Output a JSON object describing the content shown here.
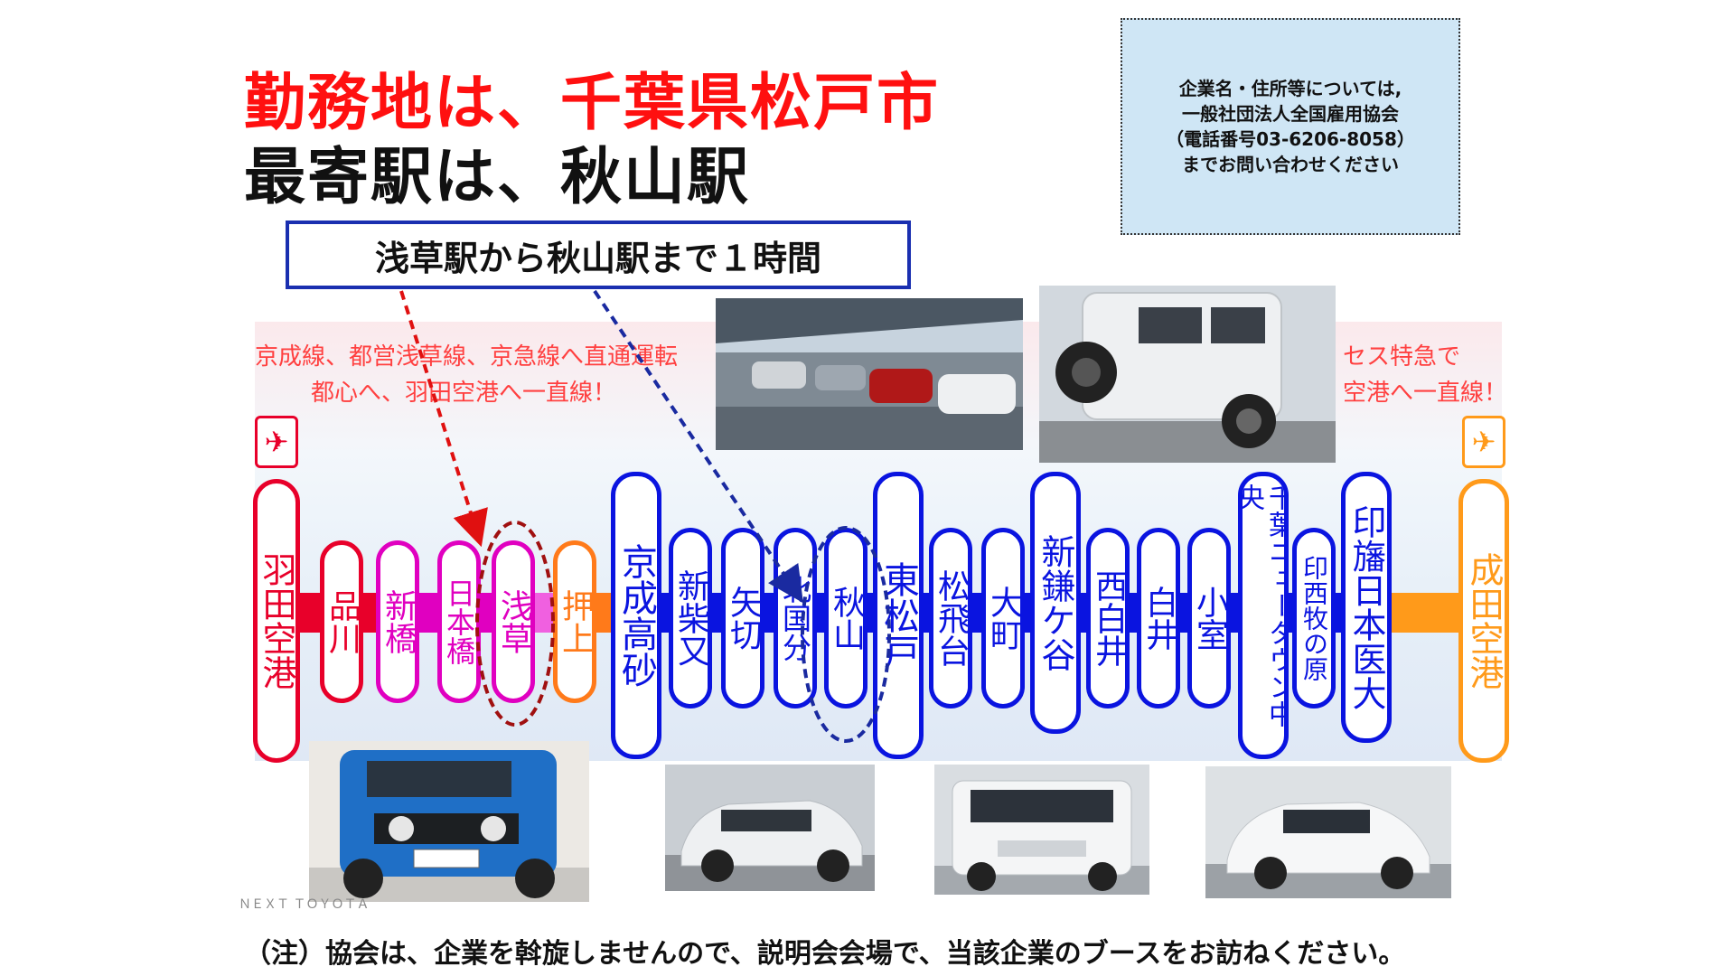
{
  "title": {
    "line1": "勤務地は、千葉県松戸市",
    "line2": "最寄駅は、秋山駅"
  },
  "contact": {
    "lines": [
      "企業名・住所等については,",
      "一般社団法人全国雇用協会",
      "（電話番号03-6206-8058）",
      "までお問い合わせください"
    ]
  },
  "access_label": "浅草駅から秋山駅まで１時間",
  "band_text": {
    "left_line1": "京成線、都営浅草線、京急線へ直通運転",
    "left_line2": "都心へ、羽田空港へ一直線！",
    "right_line1": "セス特急で",
    "right_line2": "空港へ一直線！"
  },
  "airports": {
    "left": "羽田空港",
    "right": "成田空港",
    "icon": "airplane-icon"
  },
  "stations": [
    {
      "name": "品川"
    },
    {
      "name": "新橋"
    },
    {
      "name": "日本橋"
    },
    {
      "name": "浅草"
    },
    {
      "name": "押上"
    },
    {
      "name": "京成高砂"
    },
    {
      "name": "新柴又"
    },
    {
      "name": "矢切"
    },
    {
      "name": "北国分"
    },
    {
      "name": "秋山"
    },
    {
      "name": "東松戸"
    },
    {
      "name": "松飛台"
    },
    {
      "name": "大町"
    },
    {
      "name": "新鎌ケ谷"
    },
    {
      "name": "西白井"
    },
    {
      "name": "白井"
    },
    {
      "name": "小室"
    },
    {
      "name": "千葉ニュータウン中央"
    },
    {
      "name": "印西牧の原"
    },
    {
      "name": "印旛日本医大"
    }
  ],
  "caption": "ＮＥＸＴ ＴＯＹＯＴＡ",
  "note": "（注）協会は、企業を斡旋しませんので、説明会会場で、当該企業のブースをお訪ねください。",
  "colors": {
    "red": "#ff1010",
    "keikyu": "#e8002a",
    "asakusa": "#e000c0",
    "oshiage": "#ff7a1a",
    "hokuso": "#0a14e0",
    "narita": "#ff9a1a",
    "dashed_red": "#e01010",
    "dashed_blue": "#1a2aa0",
    "circle_red": "#a01010",
    "circle_blue": "#1a2aa0"
  },
  "photos": [
    {
      "name": "parking-lot-photo"
    },
    {
      "name": "white-suv-rear-photo"
    },
    {
      "name": "blue-suv-photo"
    },
    {
      "name": "white-compact-photo"
    },
    {
      "name": "white-van-photo"
    },
    {
      "name": "white-hatchback-photo"
    }
  ]
}
